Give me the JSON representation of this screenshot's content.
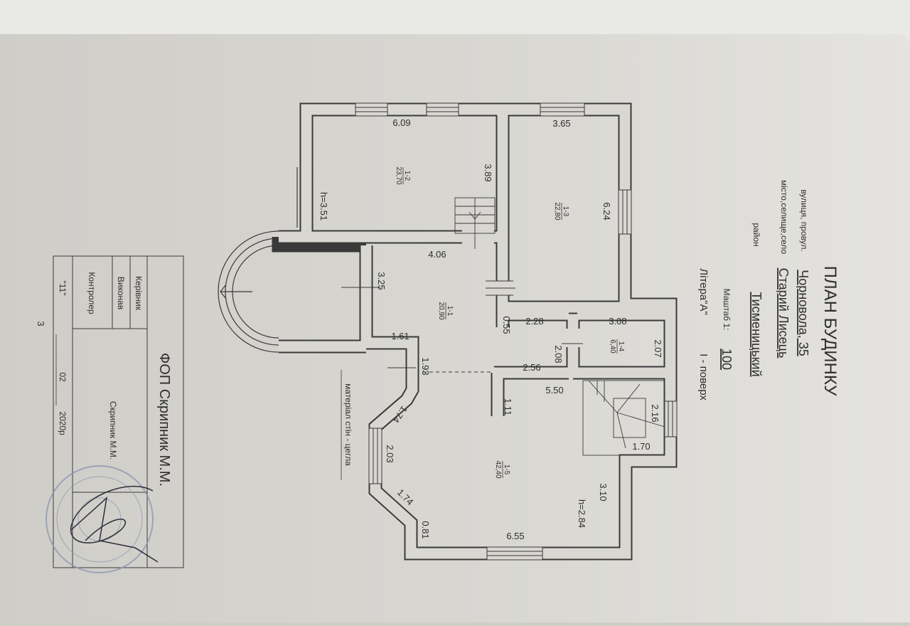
{
  "header": {
    "title": "ПЛАН БУДИНКУ",
    "street_label": "вулиця, провул.",
    "street_value": "Чорновола, 35",
    "city_label": "місто,селище,село",
    "city_value": "Старий Лисець",
    "district_label": "район",
    "district_value": "Тисменицький",
    "scale_label": "Маштаб 1:",
    "scale_value": "100",
    "litera_label": "Літера\"А\"",
    "floor": "І - поверх"
  },
  "rooms": [
    {
      "id": "1-1",
      "area": "20,90"
    },
    {
      "id": "1-2",
      "area": "23,70"
    },
    {
      "id": "1-3",
      "area": "22,80"
    },
    {
      "id": "1-4",
      "area": "6,40"
    },
    {
      "id": "1-5",
      "area": "42,40"
    }
  ],
  "dims": [
    "6.09",
    "3.89",
    "h=3.51",
    "3.65",
    "6.24",
    "4.06",
    "3.25",
    "0.55",
    "2.28",
    "3.08",
    "2.07",
    "2.08",
    "1.61",
    "1.93",
    "2.56",
    "5.50",
    "1.11",
    "2.16",
    "1.70",
    "1.74",
    "2.03",
    "3.10",
    "1.74",
    "h=2.84",
    "0.81",
    "6.55"
  ],
  "material_note": "матеріал стін - цегла",
  "title_block": {
    "company": "ФОП Скрипник М.М.",
    "rows": [
      "Керівник",
      "Виконав",
      "Контролер"
    ],
    "executor": "Скрипник М.М.",
    "date_day": "\"11\"",
    "date_month": "02",
    "date_year": "2020р"
  },
  "page_number": "3",
  "colors": {
    "paper": "#dcdbd6",
    "ink": "#3a3a3a",
    "stamp": "#8c95b0"
  }
}
